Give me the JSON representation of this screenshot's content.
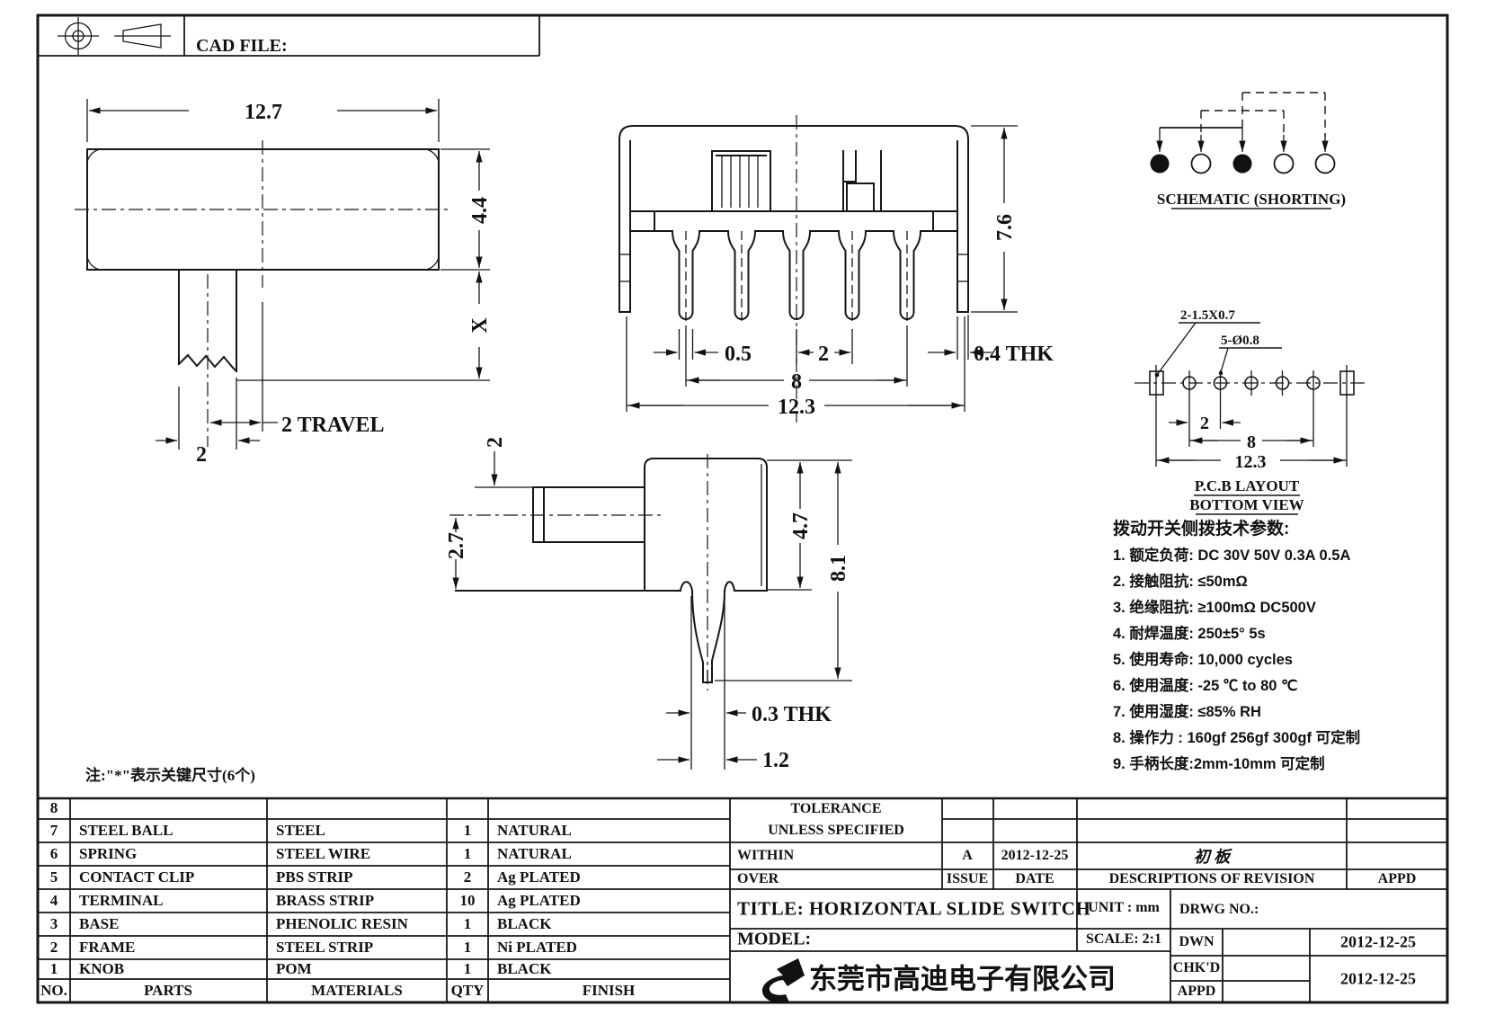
{
  "header": {
    "cad_file": "CAD FILE:"
  },
  "dims": {
    "top": {
      "width": "12.7",
      "height": "4.4",
      "knob_len": "X",
      "travel": "2 TRAVEL",
      "knob_w": "2"
    },
    "front": {
      "pin_w": "0.5",
      "pitch": "2",
      "span": "8",
      "width": "12.3",
      "thk": "0.4 THK",
      "height": "7.6"
    },
    "side": {
      "knob_h": "2",
      "below": "2.7",
      "body_h": "4.7",
      "total_h": "8.1",
      "thk": "0.3 THK",
      "leg_w": "1.2"
    }
  },
  "schematic": {
    "label": "SCHEMATIC (SHORTING)"
  },
  "pcb": {
    "slot": "2-1.5X0.7",
    "hole": "5-Ø0.8",
    "pitch": "2",
    "span": "8",
    "width": "12.3",
    "line1": "P.C.B LAYOUT",
    "line2": "BOTTOM VIEW"
  },
  "specs": {
    "title": "拨动开关侧拨技术参数:",
    "items": [
      "1. 额定负荷: DC 30V  50V  0.3A  0.5A",
      "2. 接触阻抗: ≤50mΩ",
      "3. 绝缘阻抗: ≥100mΩ  DC500V",
      "4. 耐焊温度: 250±5° 5s",
      "5. 使用寿命: 10,000 cycles",
      "6. 使用温度: -25 ℃ to 80 ℃",
      "7. 使用湿度: ≤85% RH",
      "8. 操作力 : 160gf  256gf  300gf 可定制",
      "9. 手柄长度:2mm-10mm 可定制"
    ]
  },
  "note": "注:\"*\"表示关键尺寸(6个)",
  "parts": {
    "headers": [
      "NO.",
      "PARTS",
      "MATERIALS",
      "QTY",
      "FINISH"
    ],
    "rows": [
      [
        "8",
        "",
        "",
        "",
        ""
      ],
      [
        "7",
        "STEEL BALL",
        "STEEL",
        "1",
        "NATURAL"
      ],
      [
        "6",
        "SPRING",
        "STEEL WIRE",
        "1",
        "NATURAL"
      ],
      [
        "5",
        "CONTACT CLIP",
        "PBS STRIP",
        "2",
        "Ag PLATED"
      ],
      [
        "4",
        "TERMINAL",
        "BRASS STRIP",
        "10",
        "Ag PLATED"
      ],
      [
        "3",
        "BASE",
        "PHENOLIC RESIN",
        "1",
        "BLACK"
      ],
      [
        "2",
        "FRAME",
        "STEEL STRIP",
        "1",
        "Ni PLATED"
      ],
      [
        "1",
        "KNOB",
        "POM",
        "1",
        "BLACK"
      ]
    ]
  },
  "titleblock": {
    "tolerance1": "TOLERANCE",
    "tolerance2": "UNLESS  SPECIFIED",
    "within": "WITHIN",
    "over": "OVER",
    "issue_val": "A",
    "issue_date": "2012-12-25",
    "issue": "ISSUE",
    "date": "DATE",
    "rev_desc": "初 板",
    "rev_label": "DESCRIPTIONS  OF  REVISION",
    "appd": "APPD",
    "title": "TITLE:  HORIZONTAL  SLIDE  SWITCH",
    "unit": "UNIT : mm",
    "scale": "SCALE: 2:1",
    "model": "MODEL:",
    "drwg": "DRWG NO.:",
    "dwn": "DWN",
    "chkd": "CHK'D",
    "appd2": "APPD",
    "dwn_date": "2012-12-25",
    "appd_date": "2012-12-25",
    "company": "东莞市高迪电子有限公司"
  }
}
